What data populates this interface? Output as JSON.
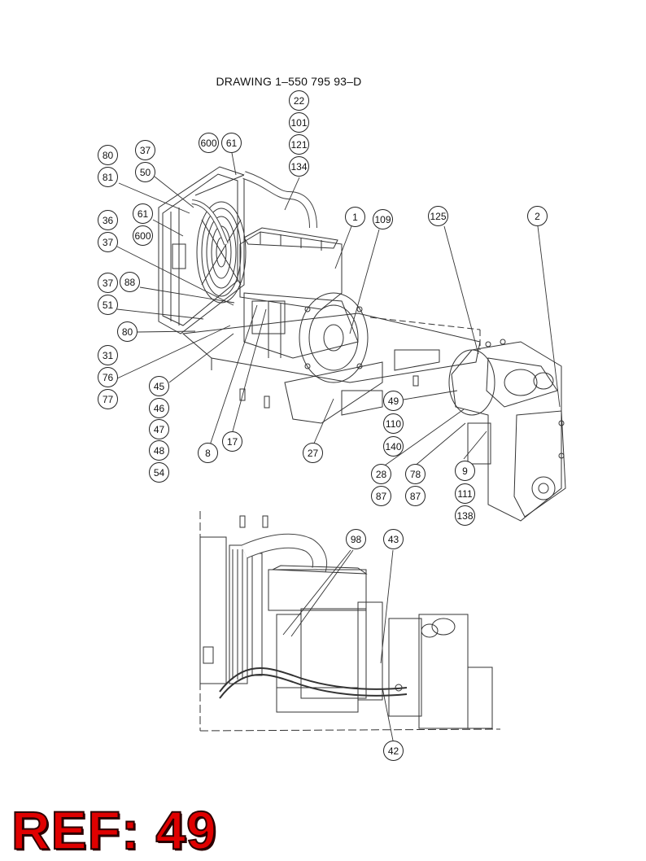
{
  "drawing_title": "DRAWING 1–550 795 93–D",
  "reference": "REF: 49",
  "callouts": [
    {
      "id": "c22",
      "label": "22"
    },
    {
      "id": "c101",
      "label": "101"
    },
    {
      "id": "c121",
      "label": "121"
    },
    {
      "id": "c134",
      "label": "134"
    },
    {
      "id": "c600a",
      "label": "600"
    },
    {
      "id": "c61a",
      "label": "61"
    },
    {
      "id": "c80a",
      "label": "80"
    },
    {
      "id": "c37a",
      "label": "37"
    },
    {
      "id": "c81",
      "label": "81"
    },
    {
      "id": "c50",
      "label": "50"
    },
    {
      "id": "c61b",
      "label": "61"
    },
    {
      "id": "c600b",
      "label": "600"
    },
    {
      "id": "c36",
      "label": "36"
    },
    {
      "id": "c37b",
      "label": "37"
    },
    {
      "id": "c37c",
      "label": "37"
    },
    {
      "id": "c88",
      "label": "88"
    },
    {
      "id": "c51",
      "label": "51"
    },
    {
      "id": "c80b",
      "label": "80"
    },
    {
      "id": "c31",
      "label": "31"
    },
    {
      "id": "c76",
      "label": "76"
    },
    {
      "id": "c77",
      "label": "77"
    },
    {
      "id": "c45",
      "label": "45"
    },
    {
      "id": "c46",
      "label": "46"
    },
    {
      "id": "c47",
      "label": "47"
    },
    {
      "id": "c48",
      "label": "48"
    },
    {
      "id": "c54",
      "label": "54"
    },
    {
      "id": "c8",
      "label": "8"
    },
    {
      "id": "c17",
      "label": "17"
    },
    {
      "id": "c27",
      "label": "27"
    },
    {
      "id": "c1",
      "label": "1"
    },
    {
      "id": "c109",
      "label": "109"
    },
    {
      "id": "c125",
      "label": "125"
    },
    {
      "id": "c2",
      "label": "2"
    },
    {
      "id": "c49",
      "label": "49"
    },
    {
      "id": "c110",
      "label": "110"
    },
    {
      "id": "c140",
      "label": "140"
    },
    {
      "id": "c28",
      "label": "28"
    },
    {
      "id": "c87a",
      "label": "87"
    },
    {
      "id": "c78",
      "label": "78"
    },
    {
      "id": "c87b",
      "label": "87"
    },
    {
      "id": "c9",
      "label": "9"
    },
    {
      "id": "c111",
      "label": "111"
    },
    {
      "id": "c138",
      "label": "138"
    },
    {
      "id": "c98",
      "label": "98"
    },
    {
      "id": "c43",
      "label": "43"
    },
    {
      "id": "c42",
      "label": "42"
    }
  ]
}
